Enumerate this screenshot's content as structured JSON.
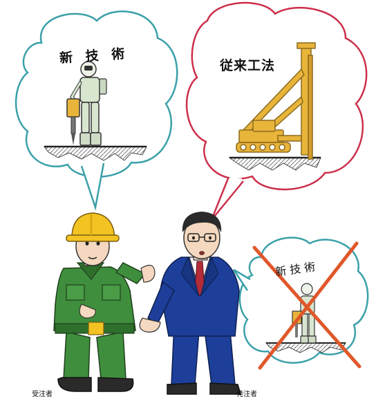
{
  "bubbles": {
    "new_technology": "新 技 術",
    "conventional_method": "従来工法",
    "rejected_new_technology": "新 技 術"
  },
  "people": {
    "contractor": "受注者",
    "client": "発注者"
  },
  "colors": {
    "left_bubble_outline": "#3aa0a8",
    "right_bubble_outline": "#cc2f4a",
    "small_bubble_outline": "#3aa0a8",
    "pile_driver": "#e8b43a",
    "worker_uniform": "#3f8e3d",
    "helmet": "#f2c323",
    "suit": "#1d3f9a",
    "rejection_cross": "#e0572a"
  }
}
